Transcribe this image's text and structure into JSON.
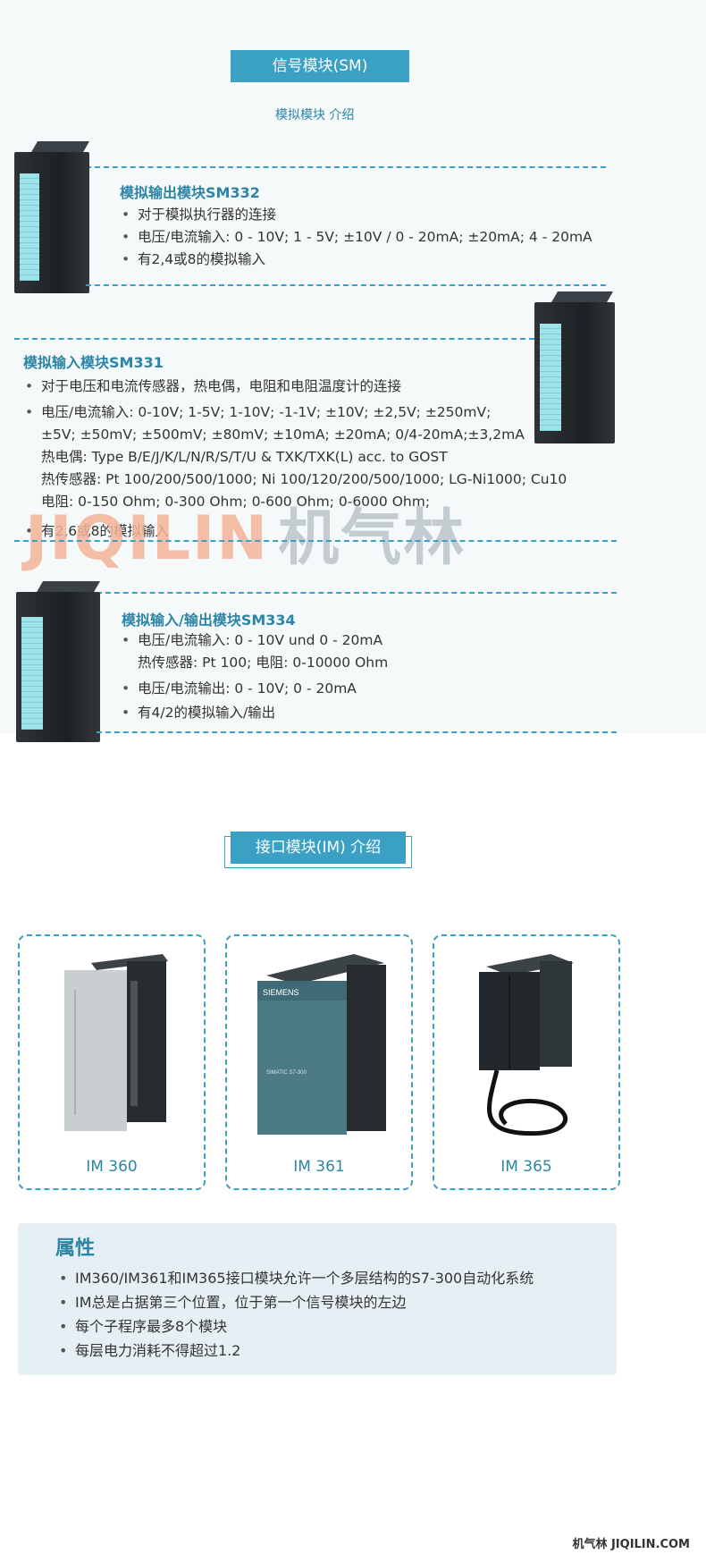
{
  "sm_section": {
    "banner": "信号模块(SM)",
    "subtitle": "模拟模块 介绍"
  },
  "sm332": {
    "title": "模拟输出模块SM332",
    "bullets": [
      "对于模拟执行器的连接",
      "电压/电流输入: 0 - 10V; 1 - 5V; ±10V / 0 - 20mA; ±20mA; 4 - 20mA",
      "有2,4或8的模拟输入"
    ]
  },
  "sm331": {
    "title": "模拟输入模块SM331",
    "bullets": [
      "对于电压和电流传感器，热电偶，电阻和电阻温度计的连接",
      "电压/电流输入: 0-10V; 1-5V; 1-10V; -1-1V; ±10V; ±2,5V; ±250mV;\n±5V; ±50mV; ±500mV; ±80mV; ±10mA; ±20mA; 0/4-20mA;±3,2mA\n热电偶: Type B/E/J/K/L/N/R/S/T/U & TXK/TXK(L) acc. to GOST\n热传感器: Pt 100/200/500/1000; Ni 100/120/200/500/1000; LG-Ni1000; Cu10\n电阻: 0-150 Ohm; 0-300 Ohm; 0-600 Ohm; 0-6000 Ohm;",
      "有2,6或8的模拟输入"
    ]
  },
  "sm334": {
    "title": "模拟输入/输出模块SM334",
    "bullets": [
      "电压/电流输入: 0 - 10V  und 0 - 20mA\n热传感器: Pt 100; 电阻: 0-10000 Ohm",
      "电压/电流输出: 0 - 10V; 0 - 20mA",
      "有4/2的模拟输入/输出"
    ]
  },
  "watermark": {
    "latin": "JIQILIN",
    "cn": "机气林"
  },
  "im_section": {
    "banner": "接口模块(IM) 介绍",
    "cards": [
      {
        "label": "IM 360"
      },
      {
        "label": "IM 361",
        "brand": "SIEMENS",
        "product": "SIMATIC S7-300"
      },
      {
        "label": "IM 365"
      }
    ]
  },
  "properties": {
    "title": "属性",
    "bullets": [
      "IM360/IM361和IM365接口模块允许一个多层结构的S7-300自动化系统",
      "IM总是占据第三个位置，位于第一个信号模块的左边",
      "每个子程序最多8个模块",
      "每层电力消耗不得超过1.2"
    ]
  },
  "footer": "机气林 JIQILIN.COM",
  "colors": {
    "accent": "#3aa0c4",
    "heading": "#2c85a6",
    "panel": "#e6f0f4"
  }
}
